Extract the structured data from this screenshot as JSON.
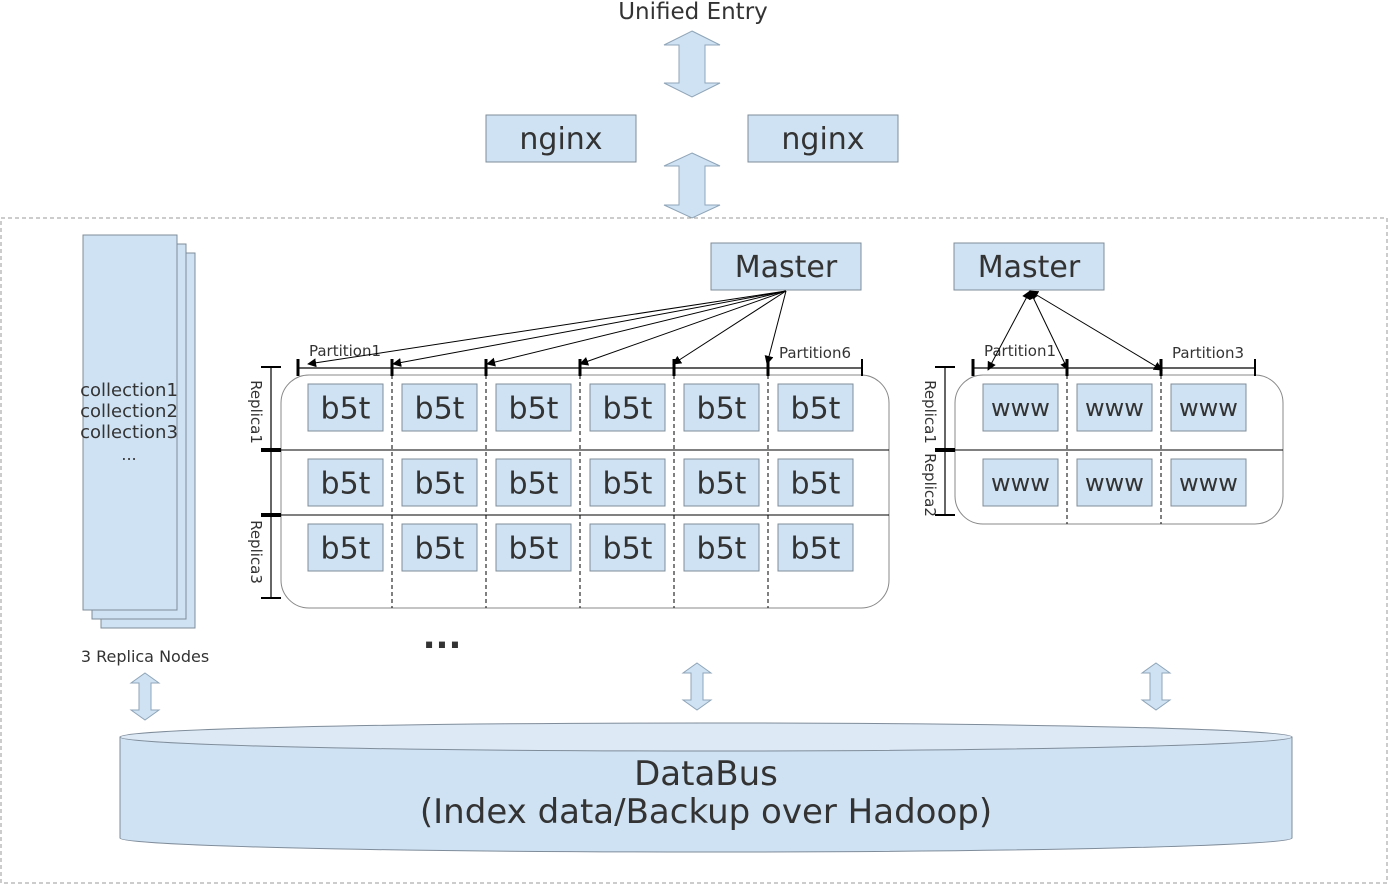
{
  "entry": {
    "label": "Unified Entry"
  },
  "proxies": [
    {
      "label": "nginx"
    },
    {
      "label": "nginx"
    }
  ],
  "collections_stack": {
    "items": [
      "collection1",
      "collection2",
      "collection3",
      "..."
    ],
    "caption": "3 Replica Nodes"
  },
  "cluster_left": {
    "master_label": "Master",
    "partition_labels": [
      "Partition1",
      "Partition6"
    ],
    "replica_labels": [
      "Replica1",
      "Replica3"
    ],
    "cells": [
      [
        "b5t",
        "b5t",
        "b5t",
        "b5t",
        "b5t",
        "b5t"
      ],
      [
        "b5t",
        "b5t",
        "b5t",
        "b5t",
        "b5t",
        "b5t"
      ],
      [
        "b5t",
        "b5t",
        "b5t",
        "b5t",
        "b5t",
        "b5t"
      ]
    ],
    "more_label": "..."
  },
  "cluster_right": {
    "master_label": "Master",
    "partition_labels": [
      "Partition1",
      "Partition3"
    ],
    "replica_labels": [
      "Replica1",
      "Replica2"
    ],
    "cells": [
      [
        "www",
        "www",
        "www"
      ],
      [
        "www",
        "www",
        "www"
      ]
    ]
  },
  "databus": {
    "title": "DataBus",
    "subtitle": "(Index data/Backup over Hadoop)"
  },
  "colors": {
    "box_fill": "#cfe2f3",
    "box_stroke": "#7f8c9a",
    "text": "#333333",
    "line": "#000000"
  }
}
